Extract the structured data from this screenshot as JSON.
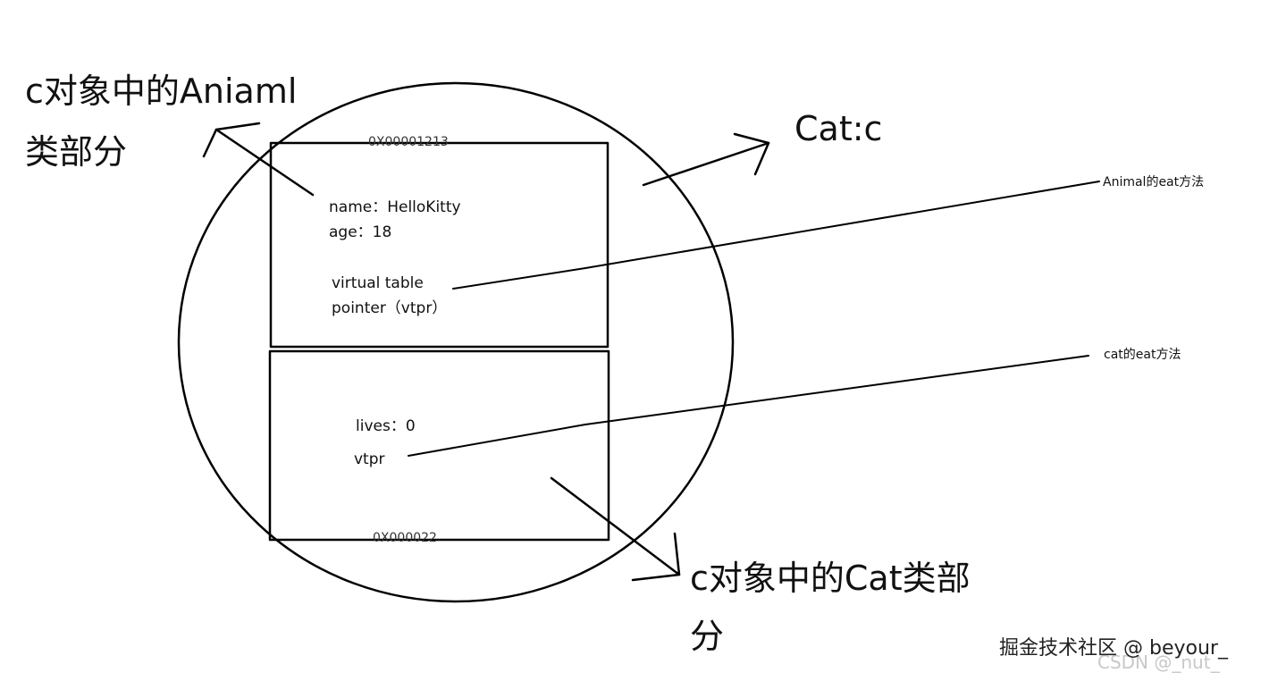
{
  "labels": {
    "animal_part_line1": "c对象中的Aniaml",
    "animal_part_line2": "类部分",
    "cat_object": "Cat:c",
    "cat_part_line1": "c对象中的Cat类部",
    "cat_part_line2": "分"
  },
  "animal_box": {
    "address": "0X00001213",
    "name": "name：HelloKitty",
    "age": "age：18",
    "vtable_line1": "virtual table",
    "vtable_line2": "pointer（vtpr）"
  },
  "cat_box": {
    "address": "0X000022",
    "lives": "lives：0",
    "vtpr": "vtpr"
  },
  "targets": {
    "animal_eat": "Animal的eat方法",
    "cat_eat": "cat的eat方法"
  },
  "watermark": {
    "main": "掘金技术社区 @ beyour_",
    "ghost": "CSDN @_nut_"
  }
}
